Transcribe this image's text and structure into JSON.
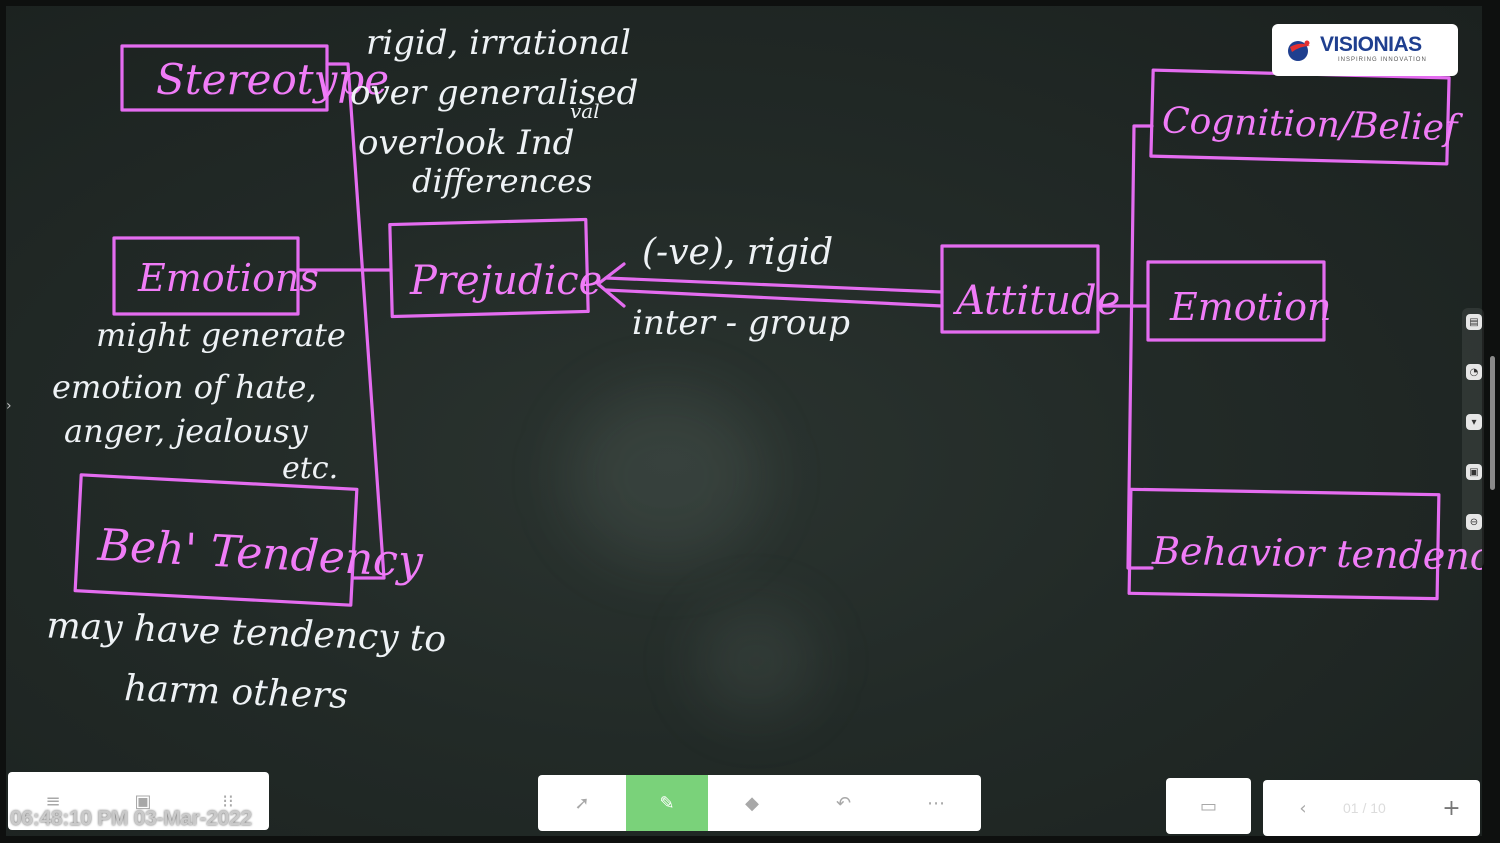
{
  "board": {
    "stereotype": {
      "label": "Stereotype",
      "notes": [
        "rigid, irrational",
        "over generalised",
        "overlook Ind",
        "val",
        "differences"
      ]
    },
    "emotions": {
      "label": "Emotions",
      "notes": [
        "might generate",
        "emotion of hate,",
        "anger, jealousy",
        "etc."
      ]
    },
    "behavior_left": {
      "label": "Beh' Tendency",
      "notes": [
        "may have tendency to",
        "harm others"
      ]
    },
    "prejudice": {
      "label": "Prejudice"
    },
    "arrow": {
      "top": "(-ve), rigid",
      "bottom": "inter - group"
    },
    "attitude": {
      "label": "Attitude"
    },
    "components": [
      "Cognition/Belief",
      "Emotion",
      "Behavior tendency"
    ]
  },
  "logo": {
    "name": "VISIONIAS",
    "tagline": "INSPIRING INNOVATION"
  },
  "toolbar": {
    "left": [
      "menu-icon",
      "board-icon",
      "grid-icon"
    ],
    "draw": [
      "pointer-icon",
      "pen-icon",
      "eraser-icon",
      "undo-icon",
      "more-icon"
    ],
    "active_tool": "pen-icon",
    "nav": {
      "page": "01 / 10"
    }
  },
  "timestamp": "06:48:10 PM 03-Mar-2022"
}
